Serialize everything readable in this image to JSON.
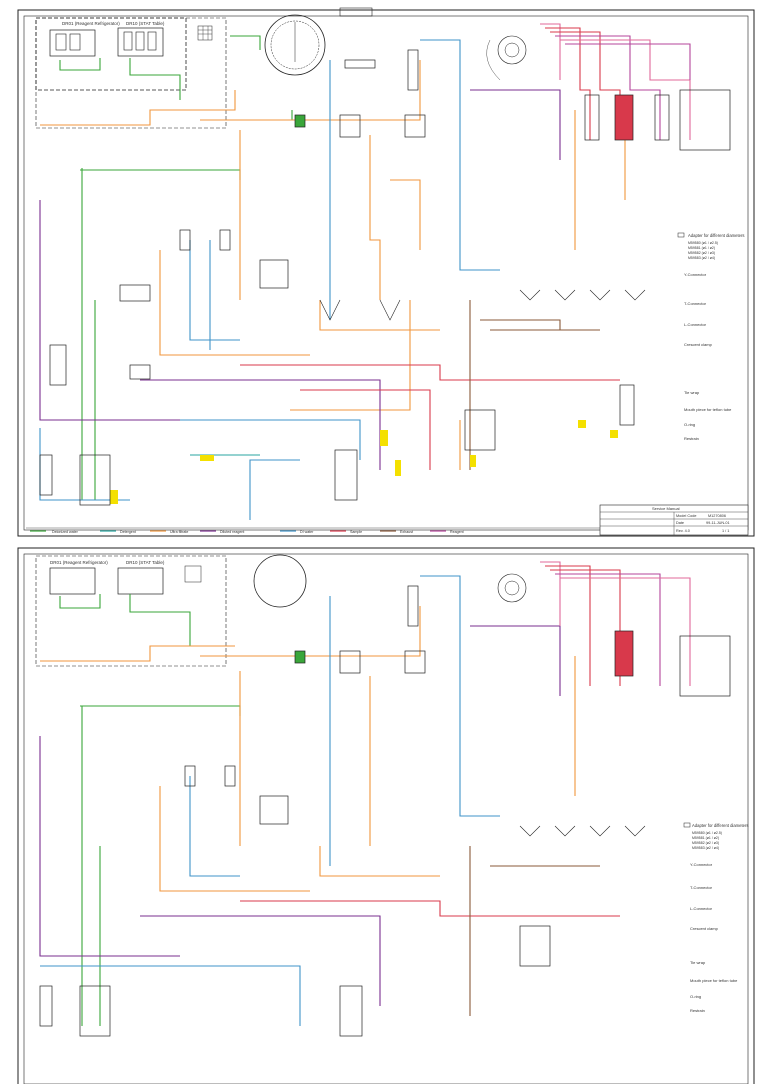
{
  "document": {
    "pages": [
      {
        "refrigerator_label": "DR01 (Reagent Refrigerator)",
        "table_label": "DR10 (STAT Table)",
        "legend": {
          "adapter_title": "Adapter for different diameters",
          "adapter_items": [
            "M59580 (ø1 / ø2.5)",
            "M59581 (ø1 / ø2)",
            "M59582 (ø2 / ø3)",
            "M59583 (ø2 / ø4)"
          ],
          "y_connector": "Y-Connector",
          "t_connector": "T-Connector",
          "l_connector": "L-Connector",
          "crescent_clamp": "Crescent clamp",
          "tie_wrap": "Tie wrap",
          "mouth_piece": "Mouth piece for teflon tube",
          "o_ring": "O-ring",
          "restrain": "Restrain"
        },
        "line_legend": [
          "Deionized water",
          "Detergent",
          "Ultra filtrate",
          "Diluted reagent",
          "DI water",
          "Sample",
          "Exhaust",
          "Reagent"
        ],
        "title_block": {
          "manual": "Service Manual",
          "model_code_label": "Model Code",
          "model_code": "M1270806",
          "date_label": "Date",
          "date": "99-11-JUN-01",
          "rev_label": "Rev. 4.0",
          "sheet": "1 / 1"
        }
      },
      {
        "refrigerator_label": "DR01 (Reagent Refrigerator)",
        "table_label": "DR10 (STAT Table)",
        "legend": {
          "adapter_title": "Adapter for different diameters",
          "adapter_items": [
            "M59580 (ø1 / ø2.5)",
            "M59581 (ø1 / ø2)",
            "M59582 (ø2 / ø3)",
            "M59583 (ø2 / ø4)"
          ],
          "y_connector": "Y-Connector",
          "t_connector": "T-Connector",
          "l_connector": "L-Connector",
          "crescent_clamp": "Crescent clamp",
          "tie_wrap": "Tie wrap",
          "mouth_piece": "Mouth piece for teflon tube",
          "o_ring": "O-ring",
          "restrain": "Restrain"
        }
      }
    ]
  },
  "colors": {
    "green": "#3aa63a",
    "orange": "#f0963c",
    "blue": "#3f93c8",
    "purple": "#7a2f8f",
    "red": "#d8394b",
    "pink": "#e0699a",
    "magenta": "#b5459b",
    "brown": "#8a5a3a",
    "teal": "#28a5a0",
    "yellow": "#f4e000",
    "black": "#222222"
  }
}
